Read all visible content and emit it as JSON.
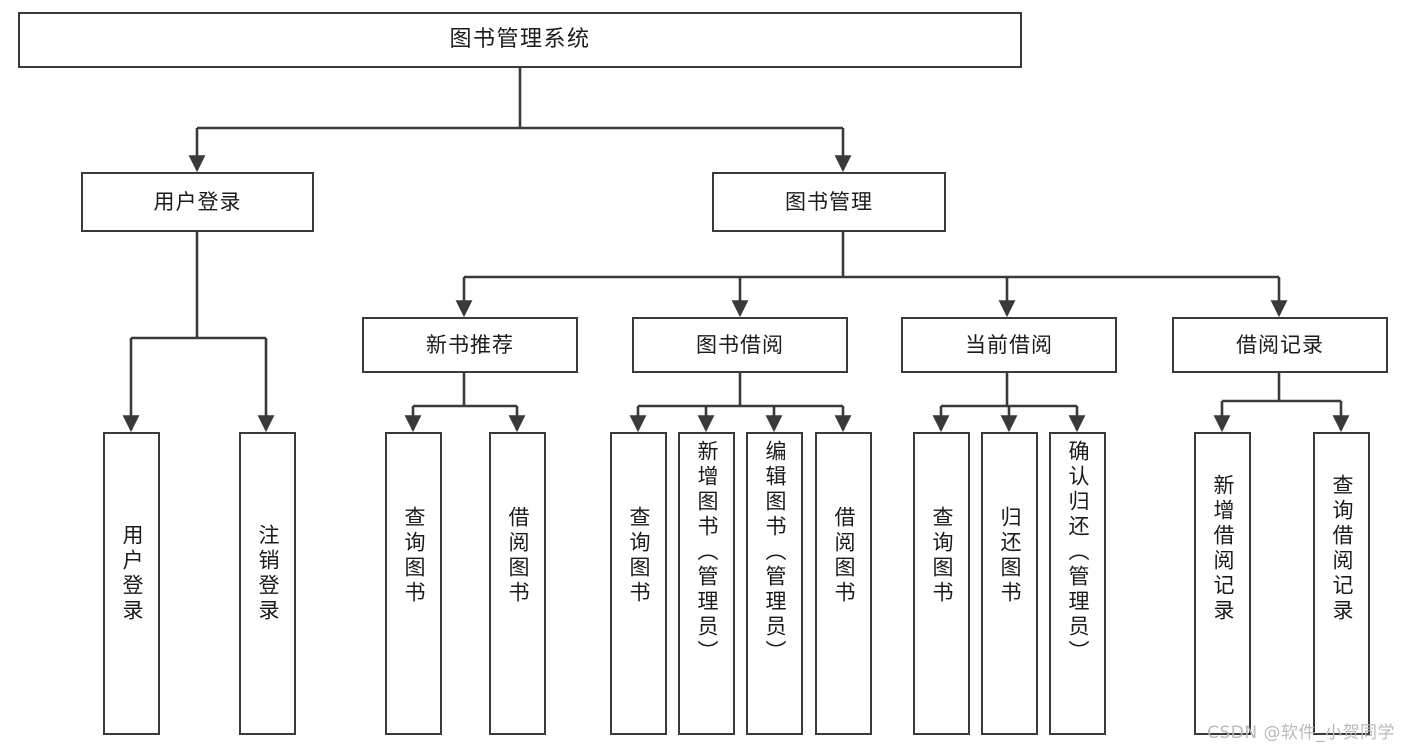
{
  "diagram": {
    "type": "tree-hierarchy-chart",
    "title": "图书管理系统",
    "colors": {
      "box_stroke": "#3a3a3a",
      "box_fill": "#ffffff",
      "edge_stroke": "#3a3a3a",
      "text": "#1b1b1b",
      "watermark": "#b9b9b9",
      "background": "#ffffff"
    },
    "root": {
      "id": "root",
      "label": "图书管理系统"
    },
    "level1": [
      {
        "id": "user-login",
        "label": "用户登录"
      },
      {
        "id": "book-manage",
        "label": "图书管理"
      }
    ],
    "level2": [
      {
        "id": "new-book-rec",
        "label": "新书推荐",
        "parent": "book-manage"
      },
      {
        "id": "book-borrow",
        "label": "图书借阅",
        "parent": "book-manage"
      },
      {
        "id": "current-borrow",
        "label": "当前借阅",
        "parent": "book-manage"
      },
      {
        "id": "borrow-record",
        "label": "借阅记录",
        "parent": "book-manage"
      }
    ],
    "leaves": [
      {
        "id": "leaf-user-login",
        "label": "用户登录",
        "parent": "user-login"
      },
      {
        "id": "leaf-logout",
        "label": "注销登录",
        "parent": "user-login"
      },
      {
        "id": "leaf-query-book-1",
        "label": "查询图书",
        "parent": "new-book-rec"
      },
      {
        "id": "leaf-borrow-book-1",
        "label": "借阅图书",
        "parent": "new-book-rec"
      },
      {
        "id": "leaf-query-book-2",
        "label": "查询图书",
        "parent": "book-borrow"
      },
      {
        "id": "leaf-add-book",
        "label": "新增图书（管理员）",
        "parent": "book-borrow"
      },
      {
        "id": "leaf-edit-book",
        "label": "编辑图书（管理员）",
        "parent": "book-borrow"
      },
      {
        "id": "leaf-borrow-book-2",
        "label": "借阅图书",
        "parent": "book-borrow"
      },
      {
        "id": "leaf-query-book-3",
        "label": "查询图书",
        "parent": "current-borrow"
      },
      {
        "id": "leaf-return-book",
        "label": "归还图书",
        "parent": "current-borrow"
      },
      {
        "id": "leaf-confirm-return",
        "label": "确认归还（管理员）",
        "parent": "current-borrow"
      },
      {
        "id": "leaf-add-record",
        "label": "新增借阅记录",
        "parent": "borrow-record"
      },
      {
        "id": "leaf-query-record",
        "label": "查询借阅记录",
        "parent": "borrow-record"
      }
    ],
    "watermark": "CSDN @软件_小贺同学"
  }
}
